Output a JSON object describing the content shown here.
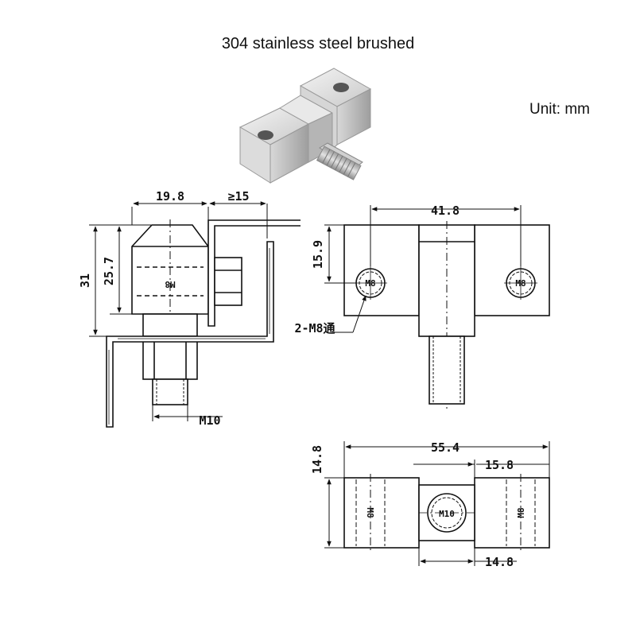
{
  "title": "304 stainless steel brushed",
  "unit_label": "Unit:  mm",
  "side_view": {
    "width_label": "19.8",
    "gap_label": "≥15",
    "total_height_label": "31",
    "body_height_label": "25.7",
    "thread_label": "M8",
    "bolt_label": "M10"
  },
  "front_view": {
    "hole_spacing_label": "41.8",
    "hole_height_label": "15.9",
    "hole_left_label": "M8",
    "hole_right_label": "M8",
    "callout_label": "2-M8通"
  },
  "top_view": {
    "total_width_label": "55.4",
    "center_block_label": "15.8",
    "depth_label": "14.8",
    "bottom_width_label": "14.8",
    "left_label": "M8",
    "right_label": "M8",
    "center_hole_label": "M10"
  },
  "colors": {
    "line": "#111111",
    "steel_light": "#e6e6e6",
    "steel_mid": "#bdbdbd",
    "steel_dark": "#8c8c8c"
  }
}
